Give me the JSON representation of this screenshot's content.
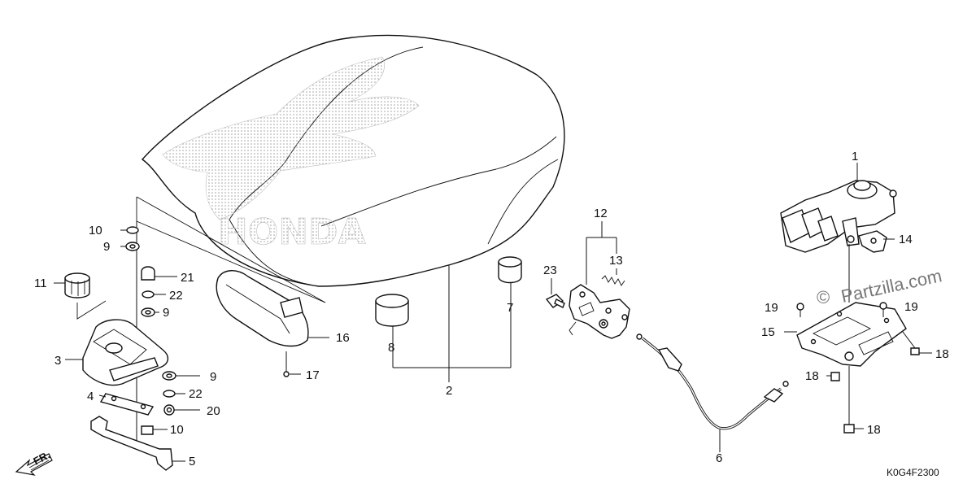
{
  "diagram_code": "K0G4F2300",
  "watermark": "Partzilla.com",
  "watermark_symbol": "©",
  "direction_label": "FR.",
  "brand_text": "HONDA",
  "part_numbers": {
    "p1": "1",
    "p2": "2",
    "p3": "3",
    "p4": "4",
    "p5": "5",
    "p6": "6",
    "p7": "7",
    "p8": "8",
    "p9a": "9",
    "p9b": "9",
    "p9c": "9",
    "p10a": "10",
    "p10b": "10",
    "p11": "11",
    "p12": "12",
    "p13": "13",
    "p14": "14",
    "p15": "15",
    "p16": "16",
    "p17": "17",
    "p18a": "18",
    "p18b": "18",
    "p18c": "18",
    "p19a": "19",
    "p19b": "19",
    "p20": "20",
    "p21": "21",
    "p22a": "22",
    "p22b": "22",
    "p23": "23"
  }
}
